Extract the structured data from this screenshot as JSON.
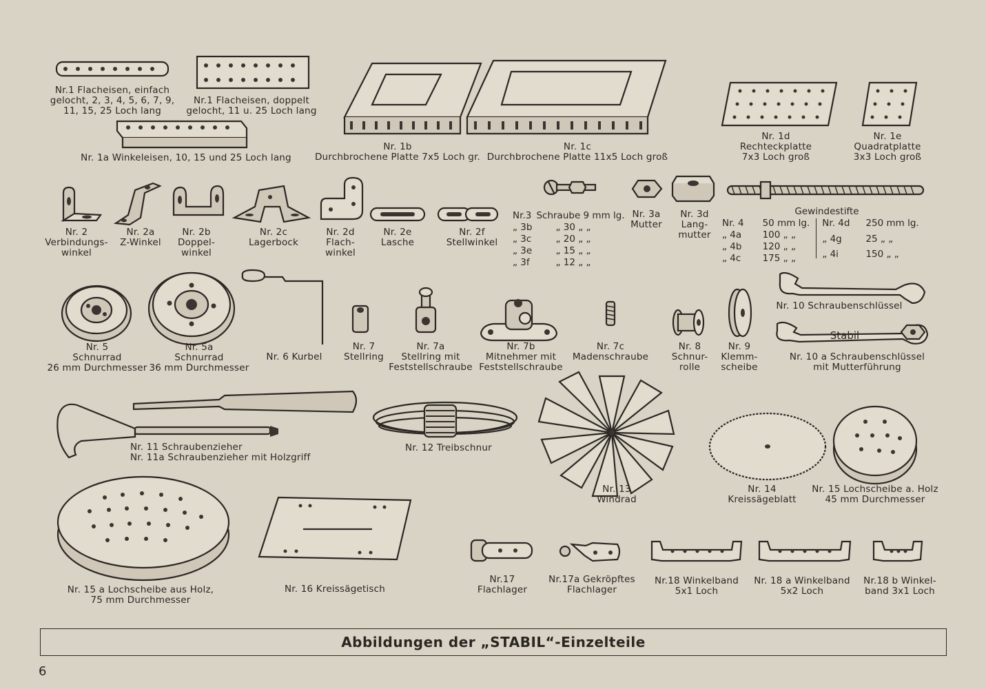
{
  "parts": {
    "p1a": [
      "Nr.1 Flacheisen, einfach",
      "gelocht, 2, 3, 4, 5, 6, 7, 9,",
      "11, 15, 25 Loch lang"
    ],
    "p1b_double": [
      "Nr.1 Flacheisen, doppelt",
      "gelocht, 11 u. 25 Loch lang"
    ],
    "p1a_angle": [
      "Nr. 1a Winkeleisen, 10, 15 und 25 Loch lang"
    ],
    "p1b": [
      "Nr. 1b",
      "Durchbrochene Platte 7x5 Loch gr."
    ],
    "p1c": [
      "Nr. 1c",
      "Durchbrochene Platte 11x5 Loch groß"
    ],
    "p1d": [
      "Nr. 1d",
      "Rechteckplatte",
      "7x3 Loch groß"
    ],
    "p1e": [
      "Nr. 1e",
      "Quadratplatte",
      "3x3 Loch groß"
    ],
    "p2": [
      "Nr. 2",
      "Verbindungs-",
      "winkel"
    ],
    "p2a": [
      "Nr. 2a",
      "Z-Winkel"
    ],
    "p2b": [
      "Nr. 2b",
      "Doppel-",
      "winkel"
    ],
    "p2c": [
      "Nr. 2c",
      "Lagerbock"
    ],
    "p2d": [
      "Nr. 2d",
      "Flach-",
      "winkel"
    ],
    "p2e": [
      "Nr. 2e",
      "Lasche"
    ],
    "p2f": [
      "Nr. 2f",
      "Stellwinkel"
    ],
    "p3a": [
      "Nr. 3a",
      "Mutter"
    ],
    "p3d": [
      "Nr. 3d",
      "Lang-",
      "mutter"
    ],
    "p5": [
      "Nr. 5",
      "Schnurrad",
      "26 mm Durchmesser"
    ],
    "p5a": [
      "Nr. 5a",
      "Schnurrad",
      "36 mm Durchmesser"
    ],
    "p6": [
      "Nr. 6 Kurbel"
    ],
    "p7": [
      "Nr. 7",
      "Stellring"
    ],
    "p7a": [
      "Nr. 7a",
      "Stellring mit",
      "Feststellschraube"
    ],
    "p7b": [
      "Nr. 7b",
      "Mitnehmer mit",
      "Feststellschraube"
    ],
    "p7c": [
      "Nr. 7c",
      "Madenschraube"
    ],
    "p8": [
      "Nr. 8",
      "Schnur-",
      "rolle"
    ],
    "p9": [
      "Nr. 9",
      "Klemm-",
      "scheibe"
    ],
    "p10": [
      "Nr. 10 Schraubenschlüssel"
    ],
    "p10a": [
      "Nr. 10 a Schraubenschlüssel",
      "mit Mutterführung"
    ],
    "p11": [
      "Nr. 11 Schraubenzieher",
      "Nr. 11a Schraubenzieher mit Holzgriff"
    ],
    "p12": [
      "Nr. 12 Treibschnur"
    ],
    "p13": [
      "Nr. 13",
      "Windrad"
    ],
    "p14": [
      "Nr. 14",
      "Kreissägeblatt"
    ],
    "p15": [
      "Nr. 15 Lochscheibe a. Holz",
      "45 mm Durchmesser"
    ],
    "p15a": [
      "Nr. 15 a Lochscheibe aus Holz,",
      "75 mm Durchmesser"
    ],
    "p16": [
      "Nr. 16 Kreissägetisch"
    ],
    "p17": [
      "Nr.17",
      "Flachlager"
    ],
    "p17a": [
      "Nr.17a Gekröpftes",
      "Flachlager"
    ],
    "p18": [
      "Nr.18 Winkelband",
      "5x1 Loch"
    ],
    "p18a": [
      "Nr. 18 a Winkelband",
      "5x2 Loch"
    ],
    "p18b": [
      "Nr.18 b Winkel-",
      "band 3x1 Loch"
    ]
  },
  "screws": {
    "rows": [
      [
        "Nr.3",
        "Schraube 9 mm lg."
      ],
      [
        "„ 3b",
        "„ 30 „ „"
      ],
      [
        "„ 3c",
        "„ 20 „ „"
      ],
      [
        "„ 3e",
        "„ 15 „ „"
      ],
      [
        "„ 3f",
        "„ 12 „ „"
      ]
    ]
  },
  "grub_screws": {
    "title": "Gewindestifte",
    "left": [
      [
        "Nr. 4",
        "50 mm lg."
      ],
      [
        "„ 4a",
        "100 „ „"
      ],
      [
        "„ 4b",
        "120 „ „"
      ],
      [
        "„ 4c",
        "175 „ „"
      ]
    ],
    "right": [
      [
        "Nr. 4d",
        "250 mm lg."
      ],
      [
        "„ 4g",
        "25 „ „"
      ],
      [
        "„ 4i",
        "150 „ „"
      ]
    ]
  },
  "wrench_brand": "Stabil",
  "caption": "Abbildungen der „STABIL“-Einzelteile",
  "page_number": "6"
}
